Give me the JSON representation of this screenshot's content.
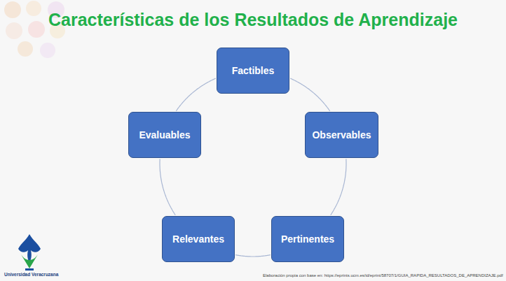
{
  "diagram": {
    "title": "Características de los Resultados de Aprendizaje",
    "nodes": [
      {
        "text": [
          "Factibles"
        ]
      },
      {
        "text": [
          "Observables"
        ]
      },
      {
        "text": [
          "Pertinentes"
        ]
      },
      {
        "text": [
          "Relevantes"
        ]
      },
      {
        "text": [
          "Evaluables"
        ]
      }
    ],
    "edges": [
      {
        "from": 0,
        "to": 1,
        "arrow": "none"
      },
      {
        "from": 1,
        "to": 2,
        "arrow": "none"
      },
      {
        "from": 2,
        "to": 3,
        "arrow": "none"
      },
      {
        "from": 3,
        "to": 4,
        "arrow": "none"
      },
      {
        "from": 4,
        "to": 0,
        "arrow": "none"
      }
    ],
    "labels": [
      "Universidad Veracruzana",
      "Elaboración propia con base en: https://eprints.ucm.es/id/eprint/58707/1/GUIA_RAPIDA_RESULTADOS_DE_APRENDIZAJE.pdf"
    ]
  }
}
